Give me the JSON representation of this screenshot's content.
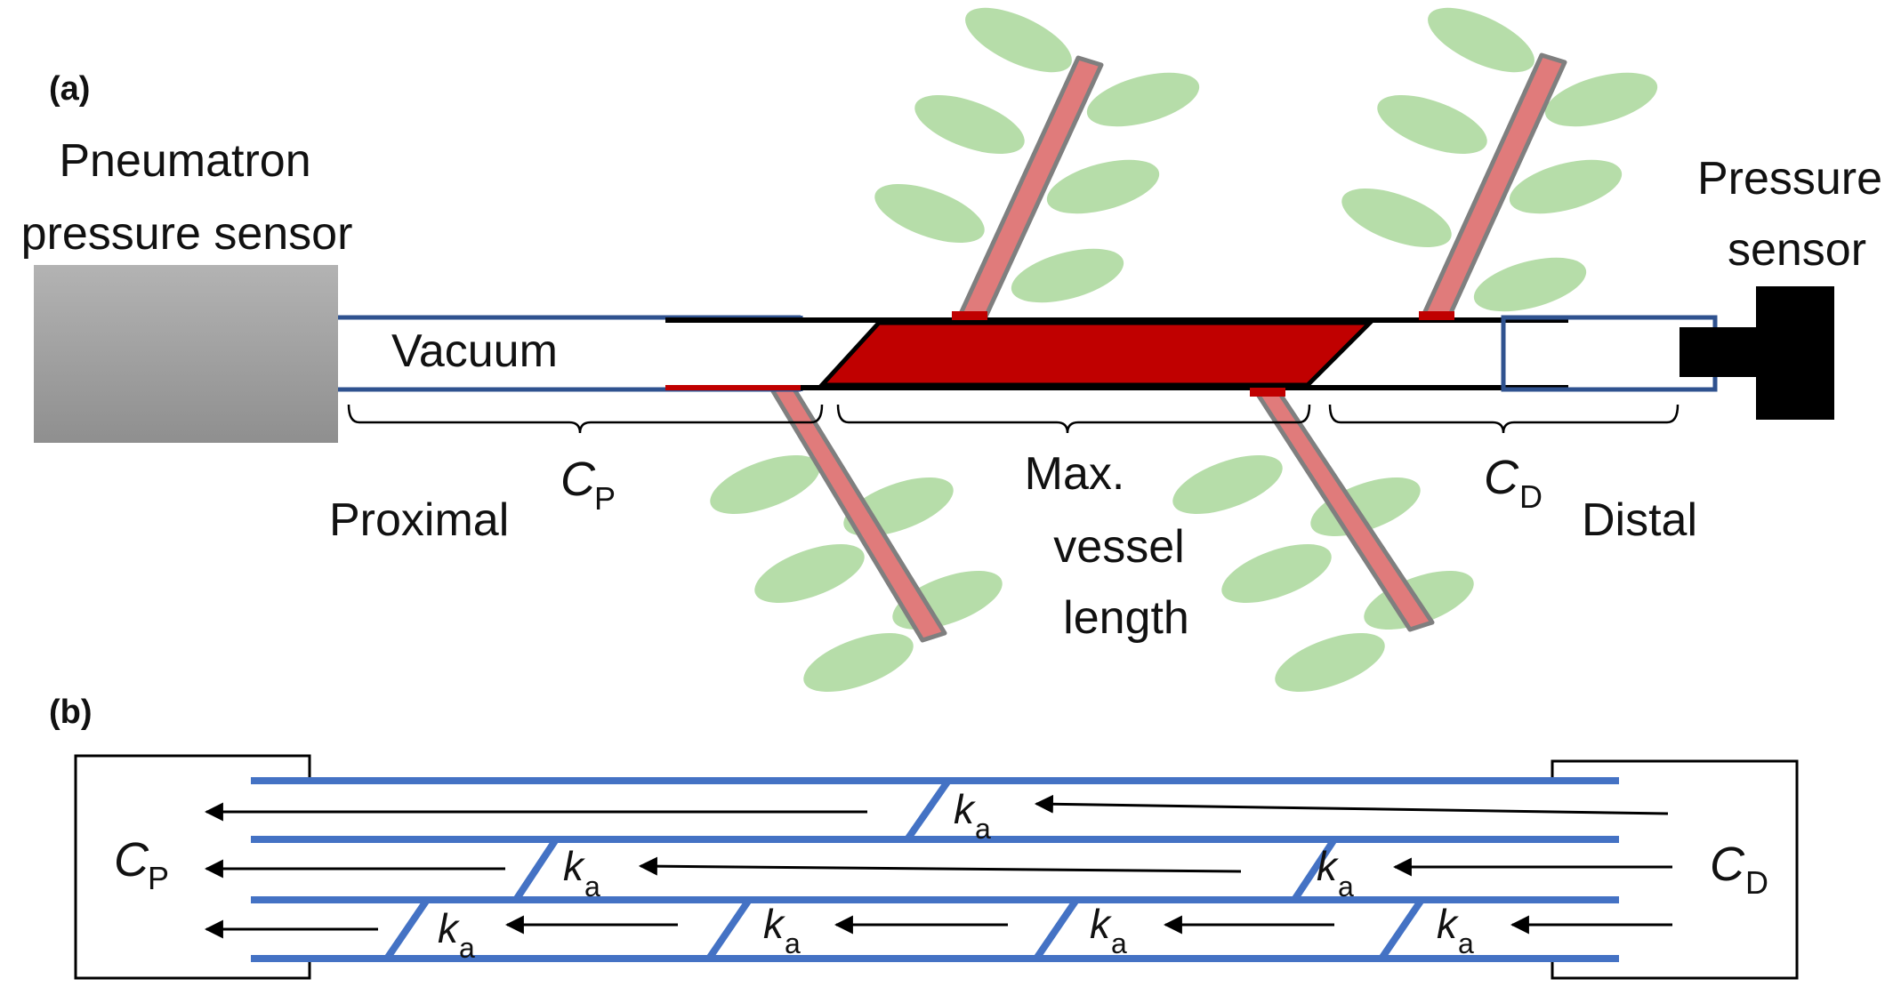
{
  "panel_a": {
    "label": "(a)",
    "pneumatron_line1": "Pneumatron",
    "pneumatron_line2": "pressure sensor",
    "pressure_line1": "Pressure",
    "pressure_line2": "sensor",
    "vacuum": "Vacuum",
    "cp_symbol": "C",
    "cp_sub": "P",
    "cd_symbol": "C",
    "cd_sub": "D",
    "proximal": "Proximal",
    "distal": "Distal",
    "maxlen_line1": "Max.",
    "maxlen_line2": "vessel",
    "maxlen_line3": "length"
  },
  "panel_b": {
    "label": "(b)",
    "cp_symbol": "C",
    "cp_sub": "P",
    "cd_symbol": "C",
    "cd_sub": "D",
    "ka_symbol": "k",
    "ka_sub": "a"
  },
  "colors": {
    "vessel_red": "#c00000",
    "branch_pink": "#e07b7b",
    "leaf_green": "#a9d79a",
    "tube_blue": "#2f528f",
    "conduit_blue": "#4472c4",
    "sensor_gray": "#a6a6a6"
  }
}
